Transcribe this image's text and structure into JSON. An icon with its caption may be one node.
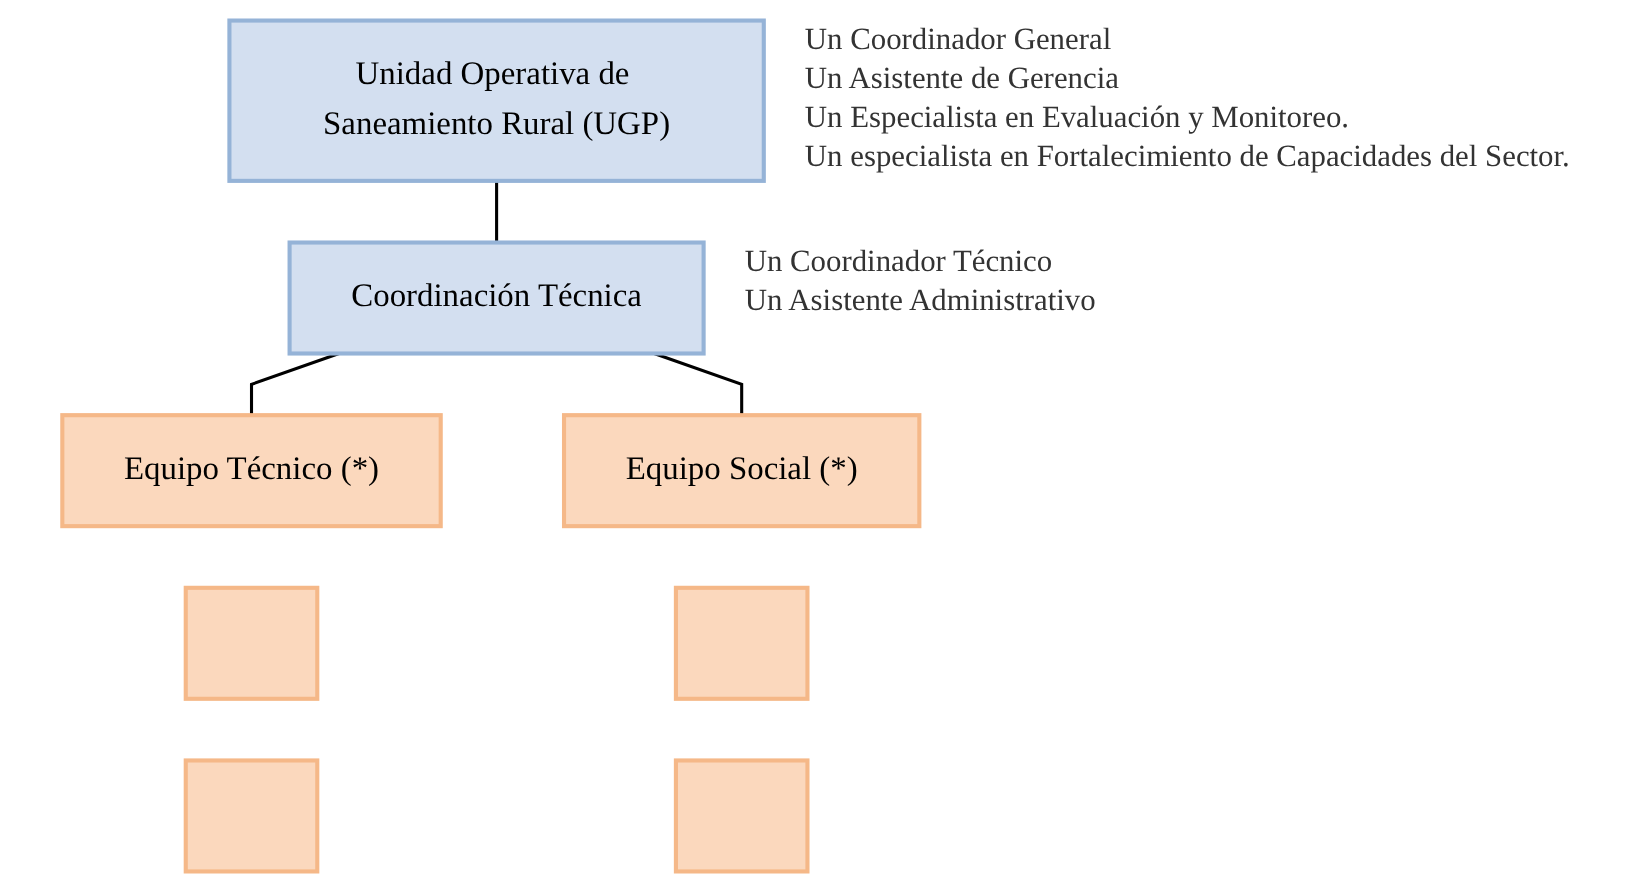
{
  "diagram": {
    "nodes": [
      {
        "text": [
          "Unidad Operativa de Saneamiento Rural (UGP)"
        ],
        "beside": [
          "Un Coordinador General",
          "Un Asistente de Gerencia",
          "Un Especialista en Evaluación y Monitoreo.",
          "Un especialista en Fortalecimiento de Capacidades del Sector."
        ]
      },
      {
        "text": [
          "Coordinación Técnica"
        ],
        "beside": [
          "Un Coordinador Técnico",
          "Un Asistente Administrativo"
        ]
      },
      {
        "text": [
          "Equipo Técnico (*)"
        ]
      },
      {
        "text": [
          "Equipo Social (*)"
        ]
      },
      {
        "text": [],
        "shape": "box"
      },
      {
        "text": [],
        "shape": "box"
      },
      {
        "text": [],
        "shape": "box"
      },
      {
        "text": [],
        "shape": "box"
      }
    ],
    "edges": [
      {
        "from": 0,
        "to": 1,
        "arrow": "none"
      },
      {
        "from": 1,
        "to": 2,
        "arrow": "none"
      },
      {
        "from": 1,
        "to": 3,
        "arrow": "none"
      }
    ]
  }
}
